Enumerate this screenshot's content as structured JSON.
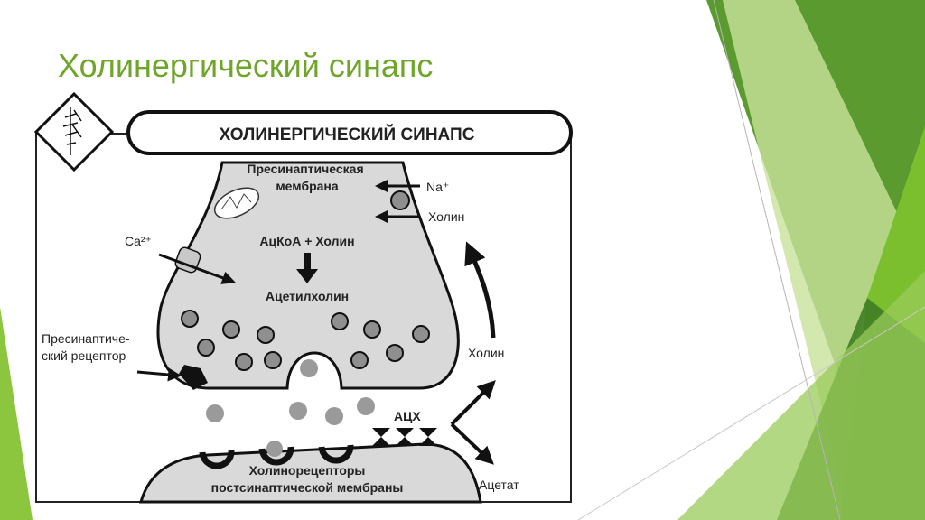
{
  "slide": {
    "title": "Холинергический синапс"
  },
  "diagram": {
    "banner": "ХОЛИНЕРГИЧЕСКИЙ СИНАПС",
    "presynaptic_membrane_line1": "Пресинаптическая",
    "presynaptic_membrane_line2": "мембрана",
    "na": "Na⁺",
    "choline_in": "Холин",
    "ca": "Ca²⁺",
    "reaction": "АцКоА + Холин",
    "acetylcholine": "Ацетилхолин",
    "presyn_receptor_line1": "Пресинаптиче-",
    "presyn_receptor_line2": "ский рецептор",
    "choline_right": "Холин",
    "ach": "АЦХ",
    "acetate": "Ацетат",
    "postsyn_line1": "Холинорецепторы",
    "postsyn_line2": "постсинаптической мембраны"
  },
  "colors": {
    "title_green": "#6fa52a",
    "green_dark": "#4e8a2a",
    "green_mid": "#76b82e",
    "green_light": "#a9d16c",
    "terminal_fill": "#d9d9d9",
    "vesicle_fill": "#8f8f8f"
  }
}
